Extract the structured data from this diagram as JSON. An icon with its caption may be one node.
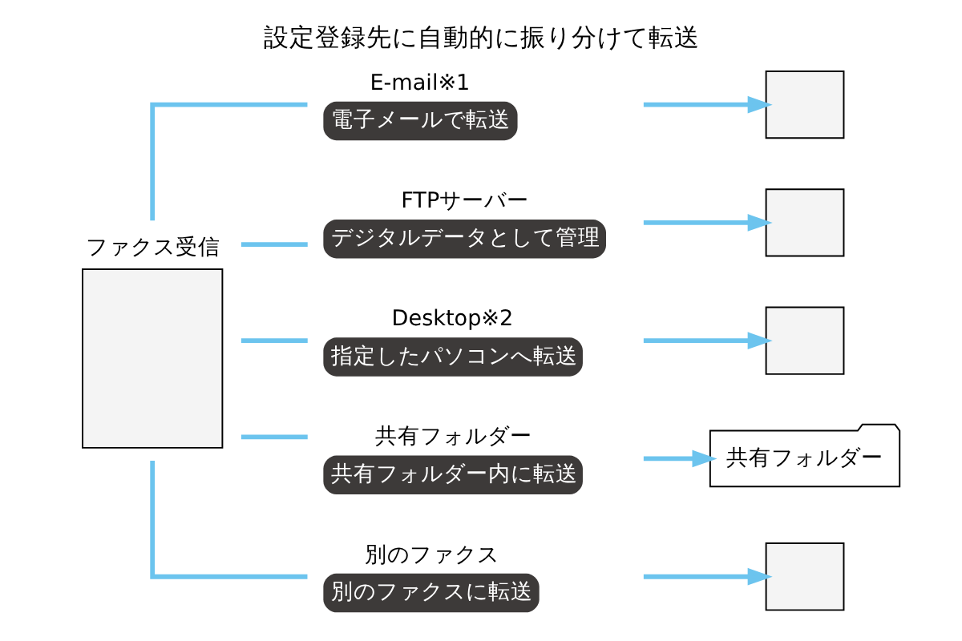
{
  "diagram": {
    "title": "設定登録先に自動的に振り分けて転送",
    "nodes": [
      {
        "text": [],
        "shape": "box",
        "beside": [
          "ファクス受信"
        ]
      },
      {
        "text": [
          "E-mail※1",
          "電子メールで転送"
        ]
      },
      {
        "text": [
          "FTPサーバー",
          "デジタルデータとして管理"
        ]
      },
      {
        "text": [
          "Desktop※2",
          "指定したパソコンへ転送"
        ]
      },
      {
        "text": [
          "共有フォルダー",
          "共有フォルダー内に転送"
        ]
      },
      {
        "text": [
          "別のファクス",
          "別のファクスに転送"
        ]
      },
      {
        "text": [],
        "shape": "box"
      },
      {
        "text": [],
        "shape": "box"
      },
      {
        "text": [],
        "shape": "box"
      },
      {
        "text": [
          "共有フォルダー"
        ]
      },
      {
        "text": [],
        "shape": "box"
      }
    ],
    "edges": [
      {
        "from": 0,
        "to": 1,
        "arrow": "none"
      },
      {
        "from": 0,
        "to": 2,
        "arrow": "none"
      },
      {
        "from": 0,
        "to": 3,
        "arrow": "none"
      },
      {
        "from": 0,
        "to": 4,
        "arrow": "none"
      },
      {
        "from": 0,
        "to": 5,
        "arrow": "none"
      },
      {
        "from": 1,
        "to": 6,
        "arrow": "to"
      },
      {
        "from": 2,
        "to": 7,
        "arrow": "to"
      },
      {
        "from": 3,
        "to": 8,
        "arrow": "to"
      },
      {
        "from": 4,
        "to": 9,
        "arrow": "to"
      },
      {
        "from": 5,
        "to": 10,
        "arrow": "to"
      }
    ]
  }
}
